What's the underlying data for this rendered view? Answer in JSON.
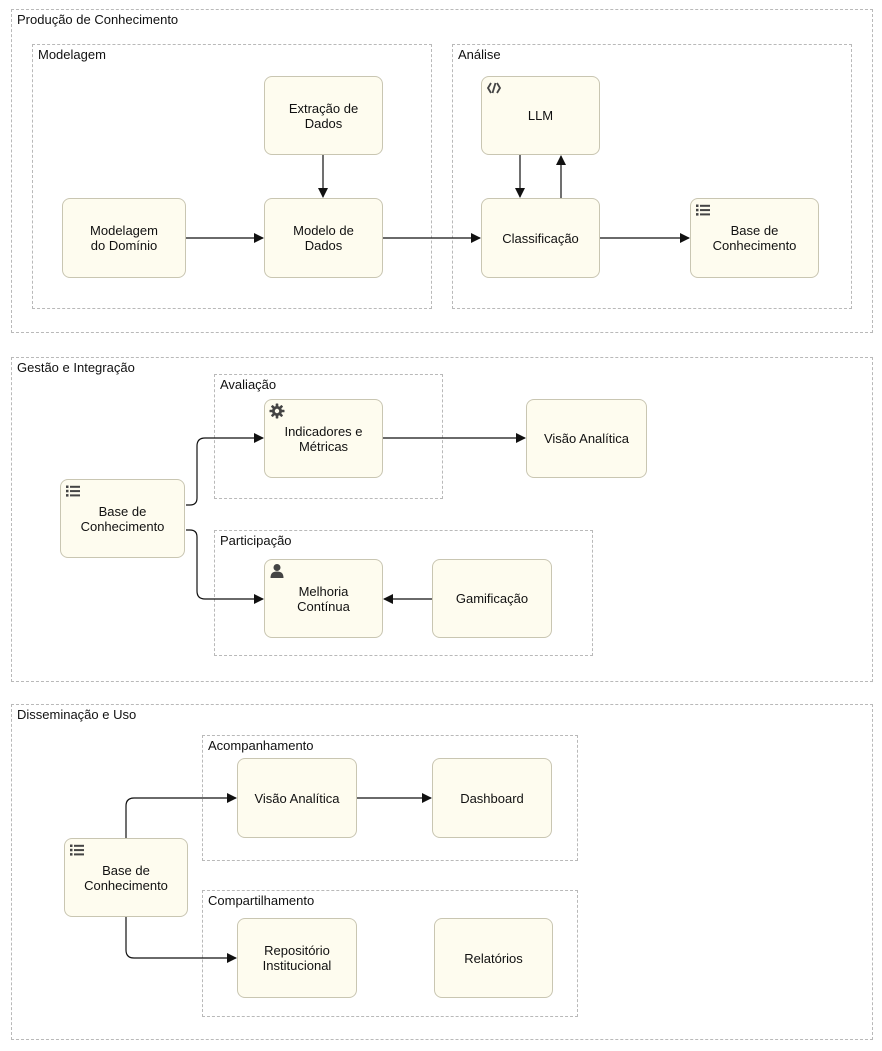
{
  "sections": {
    "producao": {
      "label": "Produção de Conhecimento",
      "modelagem": {
        "label": "Modelagem",
        "extracao": "Extração de\nDados",
        "modelagem_dominio": "Modelagem\ndo Domínio",
        "modelo_dados": "Modelo de\nDados"
      },
      "analise": {
        "label": "Análise",
        "llm": "LLM",
        "classificacao": "Classificação",
        "base": "Base de\nConhecimento"
      }
    },
    "gestao": {
      "label": "Gestão e Integração",
      "base": "Base de\nConhecimento",
      "avaliacao": {
        "label": "Avaliação",
        "indicadores": "Indicadores e\nMétricas"
      },
      "visao_analitica": "Visão Analítica",
      "participacao": {
        "label": "Participação",
        "melhoria": "Melhoria\nContínua",
        "gamificacao": "Gamificação"
      }
    },
    "disseminacao": {
      "label": "Disseminação e Uso",
      "base": "Base de\nConhecimento",
      "acompanhamento": {
        "label": "Acompanhamento",
        "visao_analitica": "Visão Analítica",
        "dashboard": "Dashboard"
      },
      "compartilhamento": {
        "label": "Compartilhamento",
        "repositorio": "Repositório\nInstitucional",
        "relatorios": "Relatórios"
      }
    }
  },
  "icons": {
    "llm": "code-icon",
    "knowledge_base": "list-icon",
    "indicadores": "gear-icon",
    "melhoria": "person-icon"
  },
  "colors": {
    "node_fill": "#fefcef",
    "node_border": "#c9c6b2",
    "group_border": "#b9b9b9",
    "edge": "#111111"
  }
}
